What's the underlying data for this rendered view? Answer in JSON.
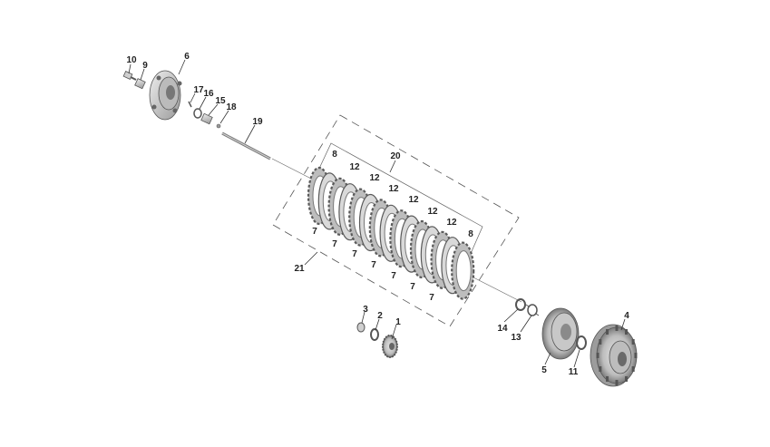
{
  "callouts": {
    "c1": "1",
    "c2": "2",
    "c3": "3",
    "c4": "4",
    "c5": "5",
    "c6": "6",
    "c7a": "7",
    "c7b": "7",
    "c7c": "7",
    "c7d": "7",
    "c7e": "7",
    "c7f": "7",
    "c7g": "7",
    "c8a": "8",
    "c8b": "8",
    "c9": "9",
    "c10": "10",
    "c11": "11",
    "c12a": "12",
    "c12b": "12",
    "c12c": "12",
    "c12d": "12",
    "c12e": "12",
    "c12f": "12",
    "c13": "13",
    "c14": "14",
    "c15": "15",
    "c16": "16",
    "c17": "17",
    "c18": "18",
    "c19": "19",
    "c20": "20",
    "c21": "21"
  },
  "colors": {
    "part_fill": "#d4d4d4",
    "part_dark": "#8a8a8a",
    "line": "#333333"
  }
}
